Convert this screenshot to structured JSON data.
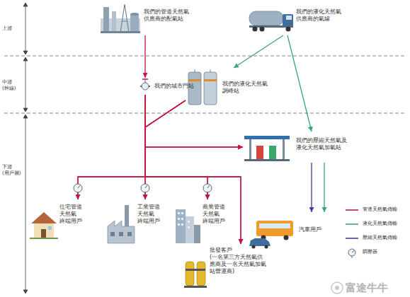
{
  "diagram": {
    "nodes": [
      {
        "text": [
          "我們的管道天然氣 供應商的配氣站"
        ]
      },
      {
        "text": [
          "我們的液化天然氣 供應商的氣罐"
        ]
      },
      {
        "text": [
          "我們的城市門站"
        ]
      },
      {
        "text": [
          "我們的液化天然氣 調峰站"
        ]
      },
      {
        "text": [
          "我們的壓縮天然氣及 液化天然氣加氣站"
        ]
      },
      {
        "text": [
          "住宅管道 天然氣 終端用戶"
        ]
      },
      {
        "text": [
          "工業管道 天然氣 終端用戶"
        ]
      },
      {
        "text": [
          "商業管道 天然氣 終端用戶"
        ]
      },
      {
        "text": [
          "汽車用戶"
        ]
      },
      {
        "text": [
          "批發客戶",
          "(一名第三方天然氣供 應商及一名天然氣加氣 站營運商)"
        ]
      }
    ],
    "edges": [
      {
        "from": 0,
        "to": 2,
        "arrow": "to"
      },
      {
        "from": 1,
        "to": 3,
        "arrow": "to"
      },
      {
        "from": 1,
        "to": 4,
        "arrow": "to"
      },
      {
        "from": 4,
        "to": 8,
        "arrow": "to"
      },
      {
        "from": 4,
        "to": 8,
        "arrow": "to"
      },
      {
        "from": 2,
        "to": 4,
        "arrow": "to"
      },
      {
        "from": 2,
        "to": 5,
        "arrow": "to"
      },
      {
        "from": 2,
        "to": 6,
        "arrow": "to"
      },
      {
        "from": 2,
        "to": 7,
        "arrow": "to"
      },
      {
        "from": 2,
        "to": 9,
        "arrow": "to"
      },
      {
        "from": 3,
        "to": 4,
        "arrow": "to"
      },
      {
        "from": 3,
        "to": 5,
        "arrow": "to"
      },
      {
        "from": 3,
        "to": 6,
        "arrow": "to"
      },
      {
        "from": 3,
        "to": 7,
        "arrow": "to"
      },
      {
        "from": 3,
        "to": 9,
        "arrow": "to"
      }
    ],
    "labels": [
      "上游",
      "中游 (幹線)",
      "下游 (用戶層)",
      "富途牛牛"
    ],
    "legend": [
      {
        "text": "管道天然氣傳輸"
      },
      {
        "text": "液化天然氣傳輸"
      },
      {
        "text": "壓縮天然氣傳輸"
      },
      {
        "text": "調壓器"
      }
    ]
  }
}
